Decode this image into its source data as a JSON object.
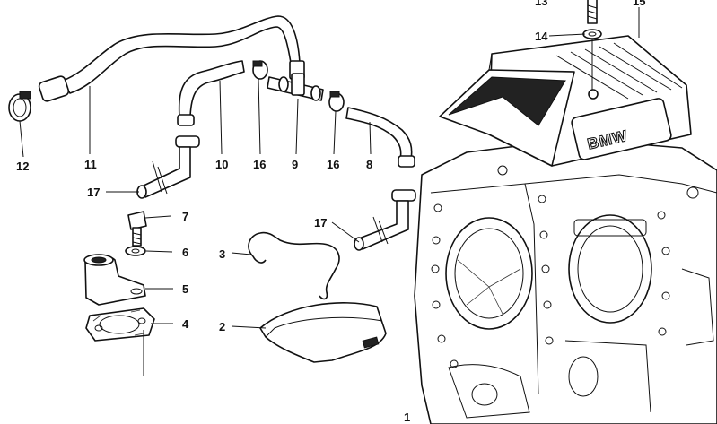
{
  "callouts": {
    "p1": "1",
    "p2": "2",
    "p3": "3",
    "p4": "4",
    "p5": "5",
    "p6": "6",
    "p7": "7",
    "p8": "8",
    "p9": "9",
    "p10": "10",
    "p11": "11",
    "p12": "12",
    "p13": "13",
    "p14": "14",
    "p15": "15",
    "p16a": "16",
    "p16b": "16",
    "p17a": "17",
    "p17b": "17"
  },
  "cover_brand": "BMW"
}
